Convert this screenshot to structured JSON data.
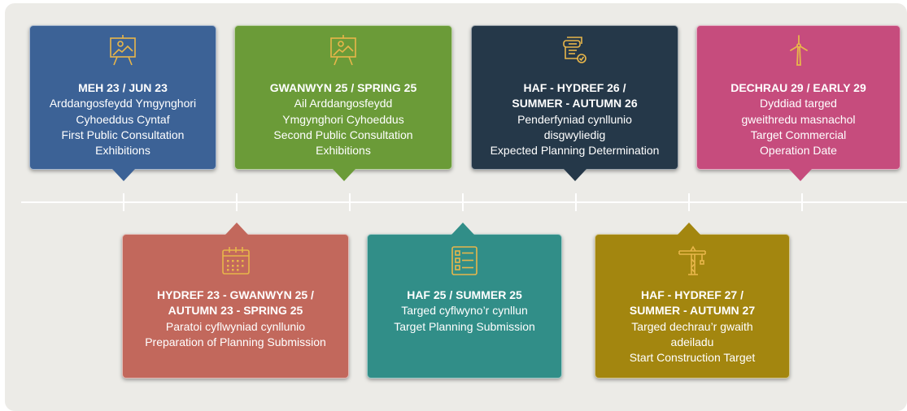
{
  "milestones_top": [
    {
      "title_lines": [
        "MEH 23 / JUN 23"
      ],
      "text_lines": [
        "Arddangosfeydd Ymgynghori",
        "Cyhoeddus Cyntaf",
        "First Public Consultation",
        "Exhibitions"
      ],
      "icon": "presentation-board-icon",
      "color": "#3c6296"
    },
    {
      "title_lines": [
        "GWANWYN 25 / SPRING 25"
      ],
      "text_lines": [
        "Ail Arddangosfeydd",
        "Ymgynghori Cyhoeddus",
        "Second Public Consultation",
        "Exhibitions"
      ],
      "icon": "presentation-board-icon",
      "color": "#6b9b38"
    },
    {
      "title_lines": [
        "HAF - HYDREF 26 /",
        "SUMMER - AUTUMN 26"
      ],
      "text_lines": [
        "Penderfyniad cynllunio",
        "disgwyliedig",
        "Expected Planning Determination"
      ],
      "icon": "document-check-icon",
      "color": "#253849"
    },
    {
      "title_lines": [
        "DECHRAU 29 / EARLY 29"
      ],
      "text_lines": [
        "Dyddiad targed",
        "gweithredu masnachol",
        "Target Commercial",
        "Operation Date"
      ],
      "icon": "wind-turbine-icon",
      "color": "#c64c7d"
    }
  ],
  "milestones_bottom": [
    {
      "title_lines": [
        "HYDREF 23 - GWANWYN 25 /",
        "AUTUMN 23 - SPRING 25"
      ],
      "text_lines": [
        "Paratoi cyflwyniad cynllunio",
        "Preparation of Planning Submission"
      ],
      "icon": "calendar-icon",
      "color": "#c2685c"
    },
    {
      "title_lines": [
        "HAF 25 / SUMMER 25"
      ],
      "text_lines": [
        "Targed cyflwyno’r cynllun",
        "Target Planning Submission"
      ],
      "icon": "checklist-icon",
      "color": "#318e88"
    },
    {
      "title_lines": [
        "HAF - HYDREF 27 /",
        "SUMMER - AUTUMN 27"
      ],
      "text_lines": [
        "Targed dechrau’r gwaith",
        "adeiladu",
        "Start Construction Target"
      ],
      "icon": "construction-crane-icon",
      "color": "#a3860f"
    }
  ]
}
